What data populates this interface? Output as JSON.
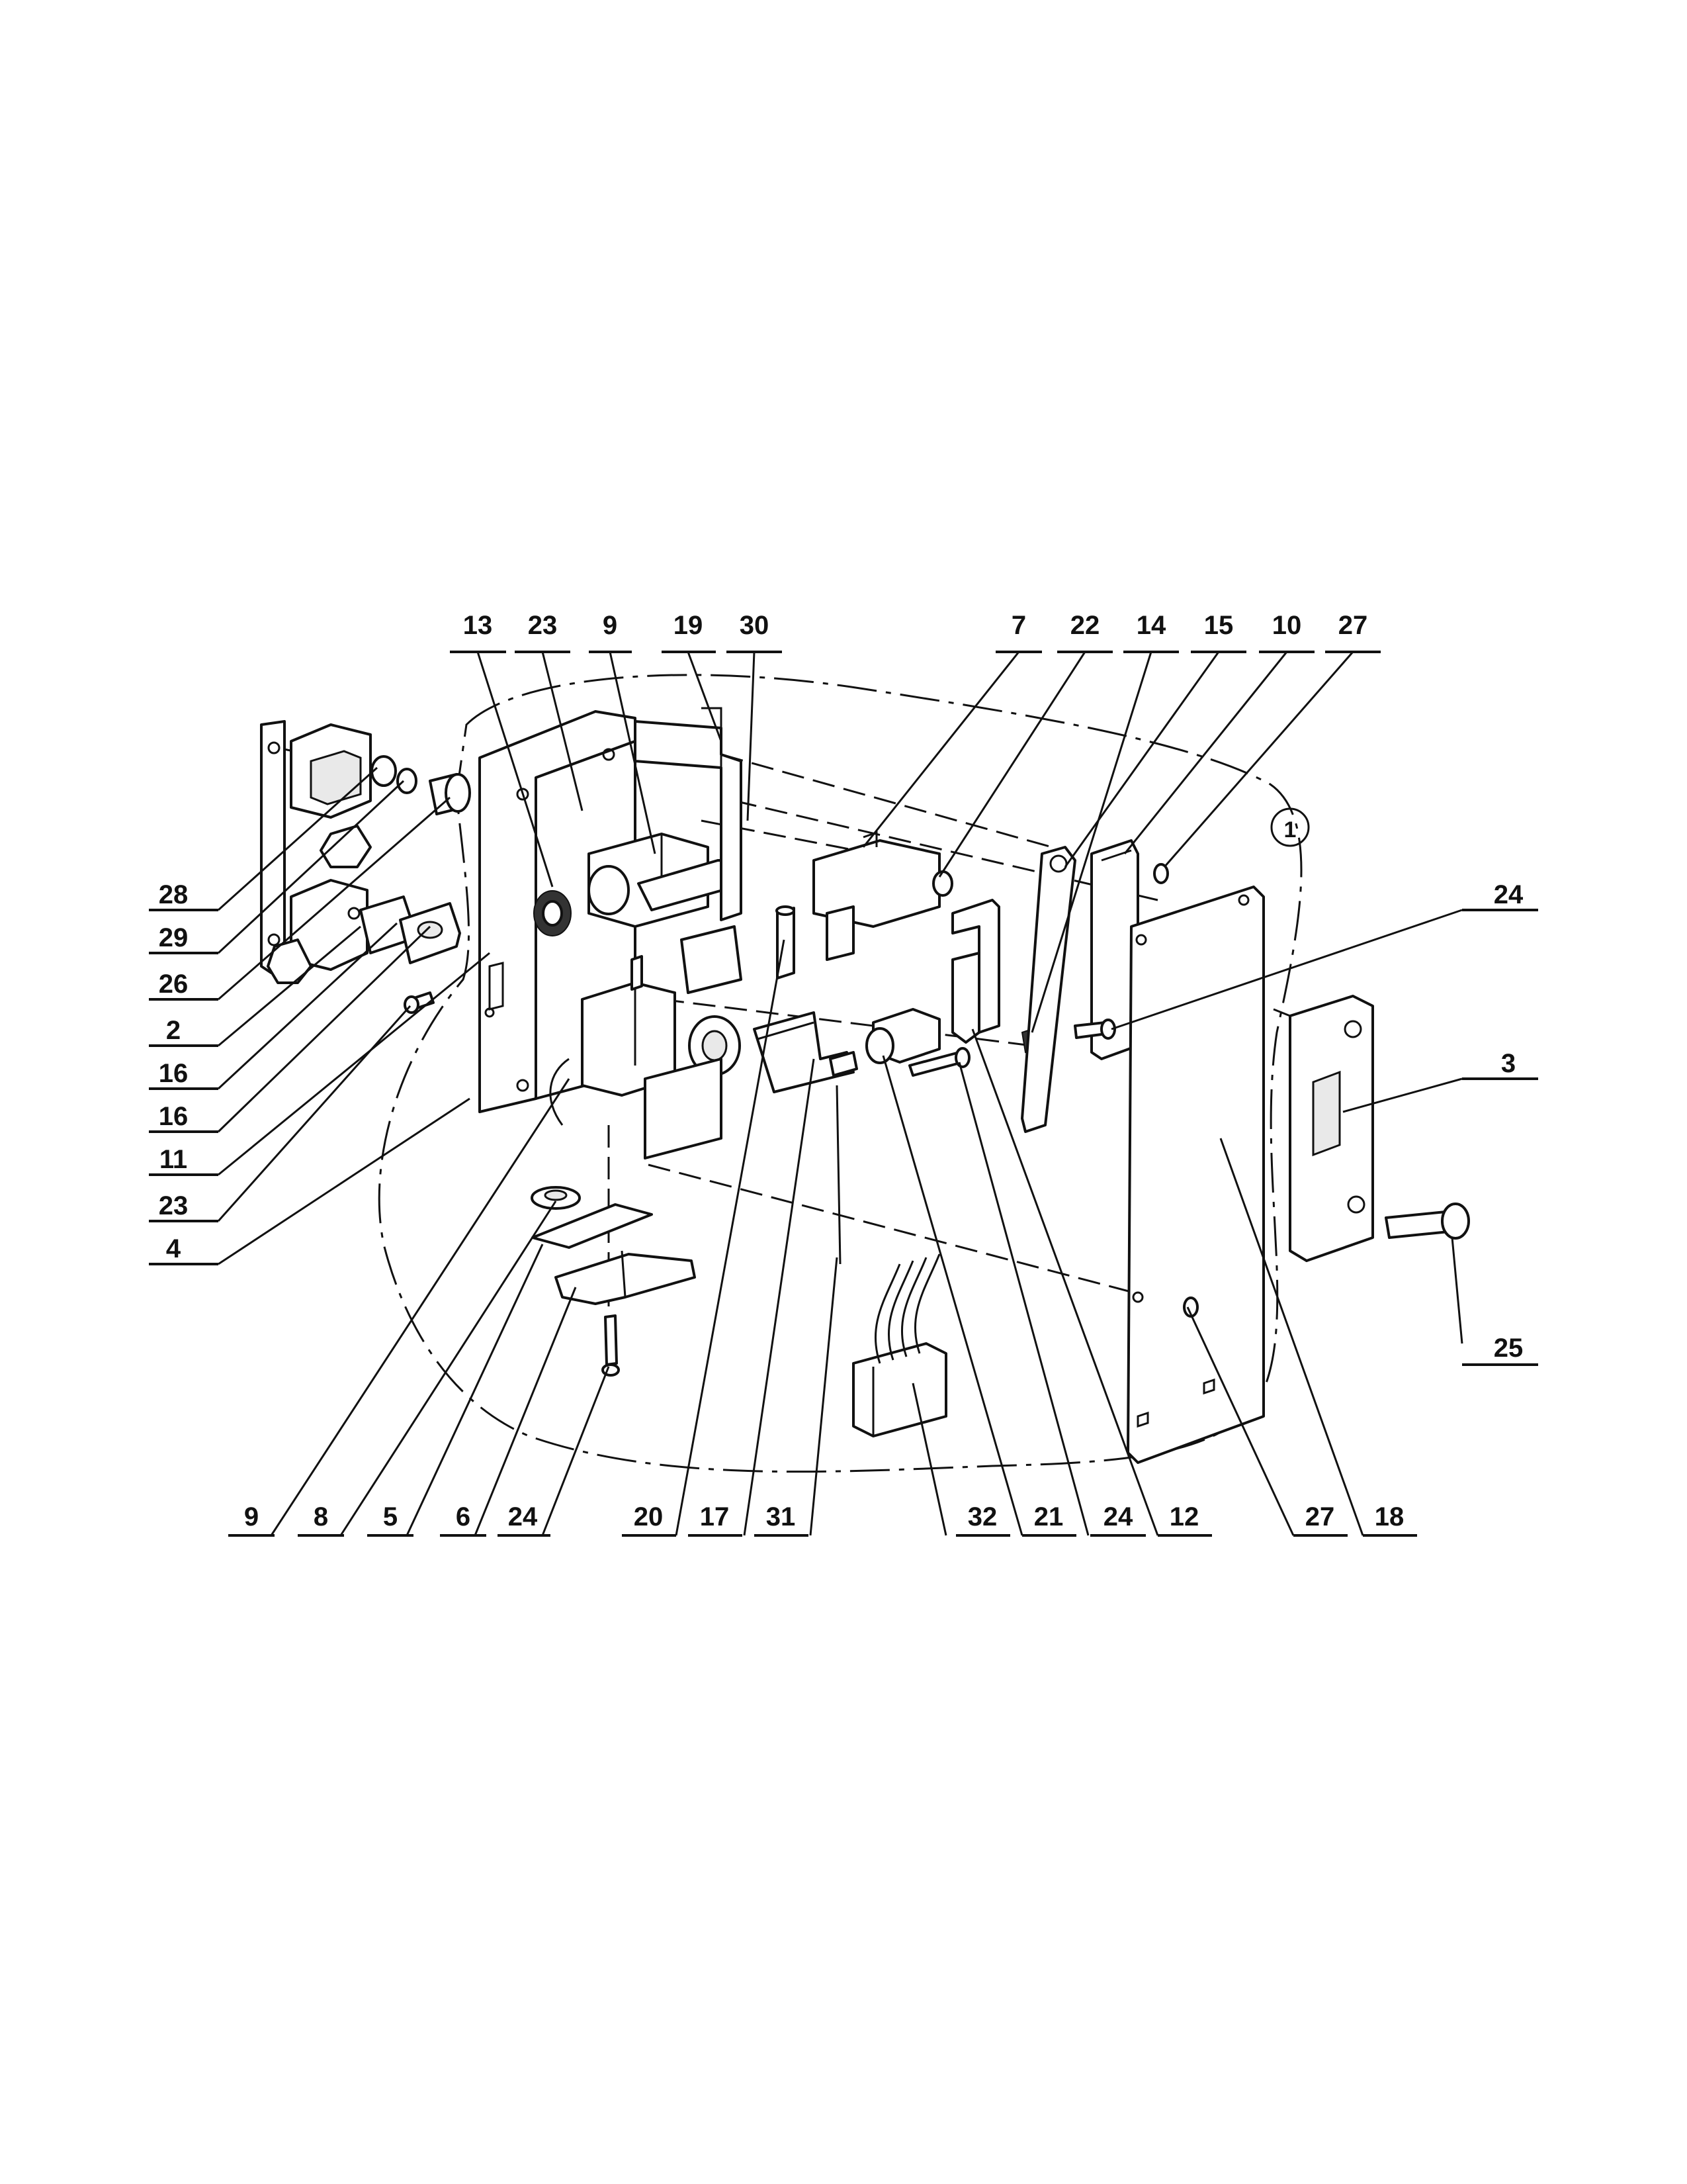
{
  "callouts": {
    "top": [
      "13",
      "23",
      "9",
      "19",
      "30",
      "7",
      "22",
      "14",
      "15",
      "10",
      "27"
    ],
    "left": [
      "28",
      "29",
      "26",
      "2",
      "16",
      "16",
      "11",
      "23",
      "4"
    ],
    "right": [
      "24",
      "3",
      "25"
    ],
    "bottom": [
      "9",
      "8",
      "5",
      "6",
      "24",
      "20",
      "17",
      "31",
      "32",
      "21",
      "24",
      "12",
      "27",
      "18"
    ]
  },
  "assembly_marker": "1"
}
